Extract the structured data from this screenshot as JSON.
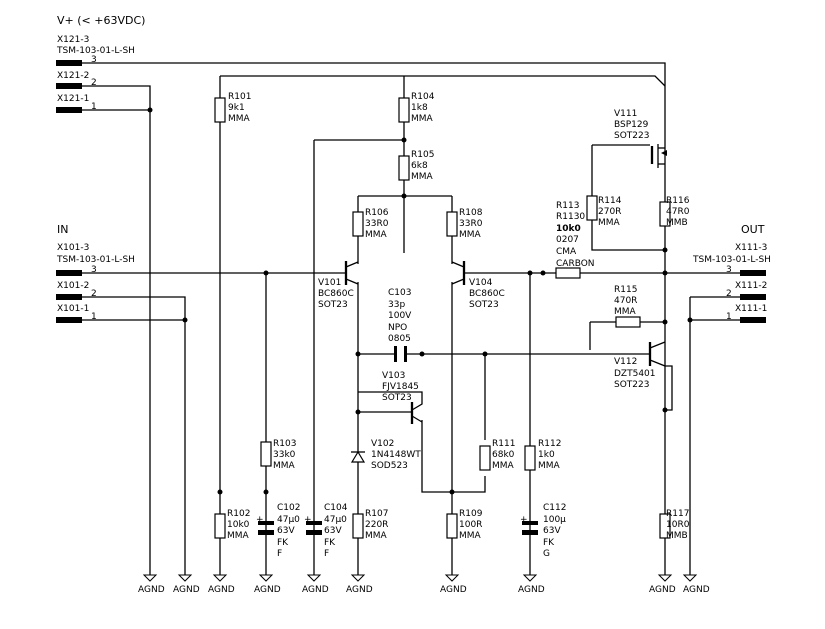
{
  "supply": {
    "label": "V+ (< +63VDC)"
  },
  "ports": {
    "in_label": "IN",
    "out_label": "OUT"
  },
  "connectors": {
    "x121": {
      "name": "X121-3",
      "part": "TSM-103-01-L-SH",
      "pin2": "X121-2",
      "pin1": "X121-1",
      "n3": "3",
      "n2": "2",
      "n1": "1"
    },
    "x101": {
      "name": "X101-3",
      "part": "TSM-103-01-L-SH",
      "pin2": "X101-2",
      "pin1": "X101-1",
      "n3": "3",
      "n2": "2",
      "n1": "1"
    },
    "x111": {
      "name": "X111-3",
      "part": "TSM-103-01-L-SH",
      "pin2": "X111-2",
      "pin1": "X111-1",
      "n3": "3",
      "n2": "2",
      "n1": "1"
    }
  },
  "resistors": {
    "r101": [
      "R101",
      "9k1",
      "MMA"
    ],
    "r104": [
      "R104",
      "1k8",
      "MMA"
    ],
    "r105": [
      "R105",
      "6k8",
      "MMA"
    ],
    "r106": [
      "R106",
      "33R0",
      "MMA"
    ],
    "r108": [
      "R108",
      "33R0",
      "MMA"
    ],
    "r103": [
      "R103",
      "33k0",
      "MMA"
    ],
    "r102": [
      "R102",
      "10k0",
      "MMA"
    ],
    "r107": [
      "R107",
      "220R",
      "MMA"
    ],
    "r109": [
      "R109",
      "100R",
      "MMA"
    ],
    "r111": [
      "R111",
      "68k0",
      "MMA"
    ],
    "r112": [
      "R112",
      "1k0",
      "MMA"
    ],
    "r114": [
      "R114",
      "270R",
      "MMA"
    ],
    "r116": [
      "R116",
      "47R0",
      "MMB"
    ],
    "r115": [
      "R115",
      "470R",
      "MMA"
    ],
    "r117": [
      "R117",
      "10R0",
      "MMB"
    ],
    "r113": [
      "R113",
      "R1130",
      "10k0",
      "0207",
      "CMA",
      "CARBON"
    ]
  },
  "capacitors": {
    "c102": [
      "C102",
      "47µ0",
      "63V",
      "FK",
      "F"
    ],
    "c104": [
      "C104",
      "47µ0",
      "63V",
      "FK",
      "F"
    ],
    "c112": [
      "C112",
      "100µ",
      "63V",
      "FK",
      "G"
    ],
    "c103": [
      "C103",
      "33p",
      "100V",
      "NPO",
      "0805"
    ]
  },
  "transistors": {
    "v101": [
      "V101",
      "BC860C",
      "SOT23"
    ],
    "v104": [
      "V104",
      "BC860C",
      "SOT23"
    ],
    "v103": [
      "V103",
      "FJV1845",
      "SOT23"
    ],
    "v111": [
      "V111",
      "BSP129",
      "SOT223"
    ],
    "v112": [
      "V112",
      "DZT5401",
      "SOT223"
    ]
  },
  "diodes": {
    "v102": [
      "V102",
      "1N4148WT",
      "SOD523"
    ]
  },
  "ground": {
    "label": "AGND"
  }
}
